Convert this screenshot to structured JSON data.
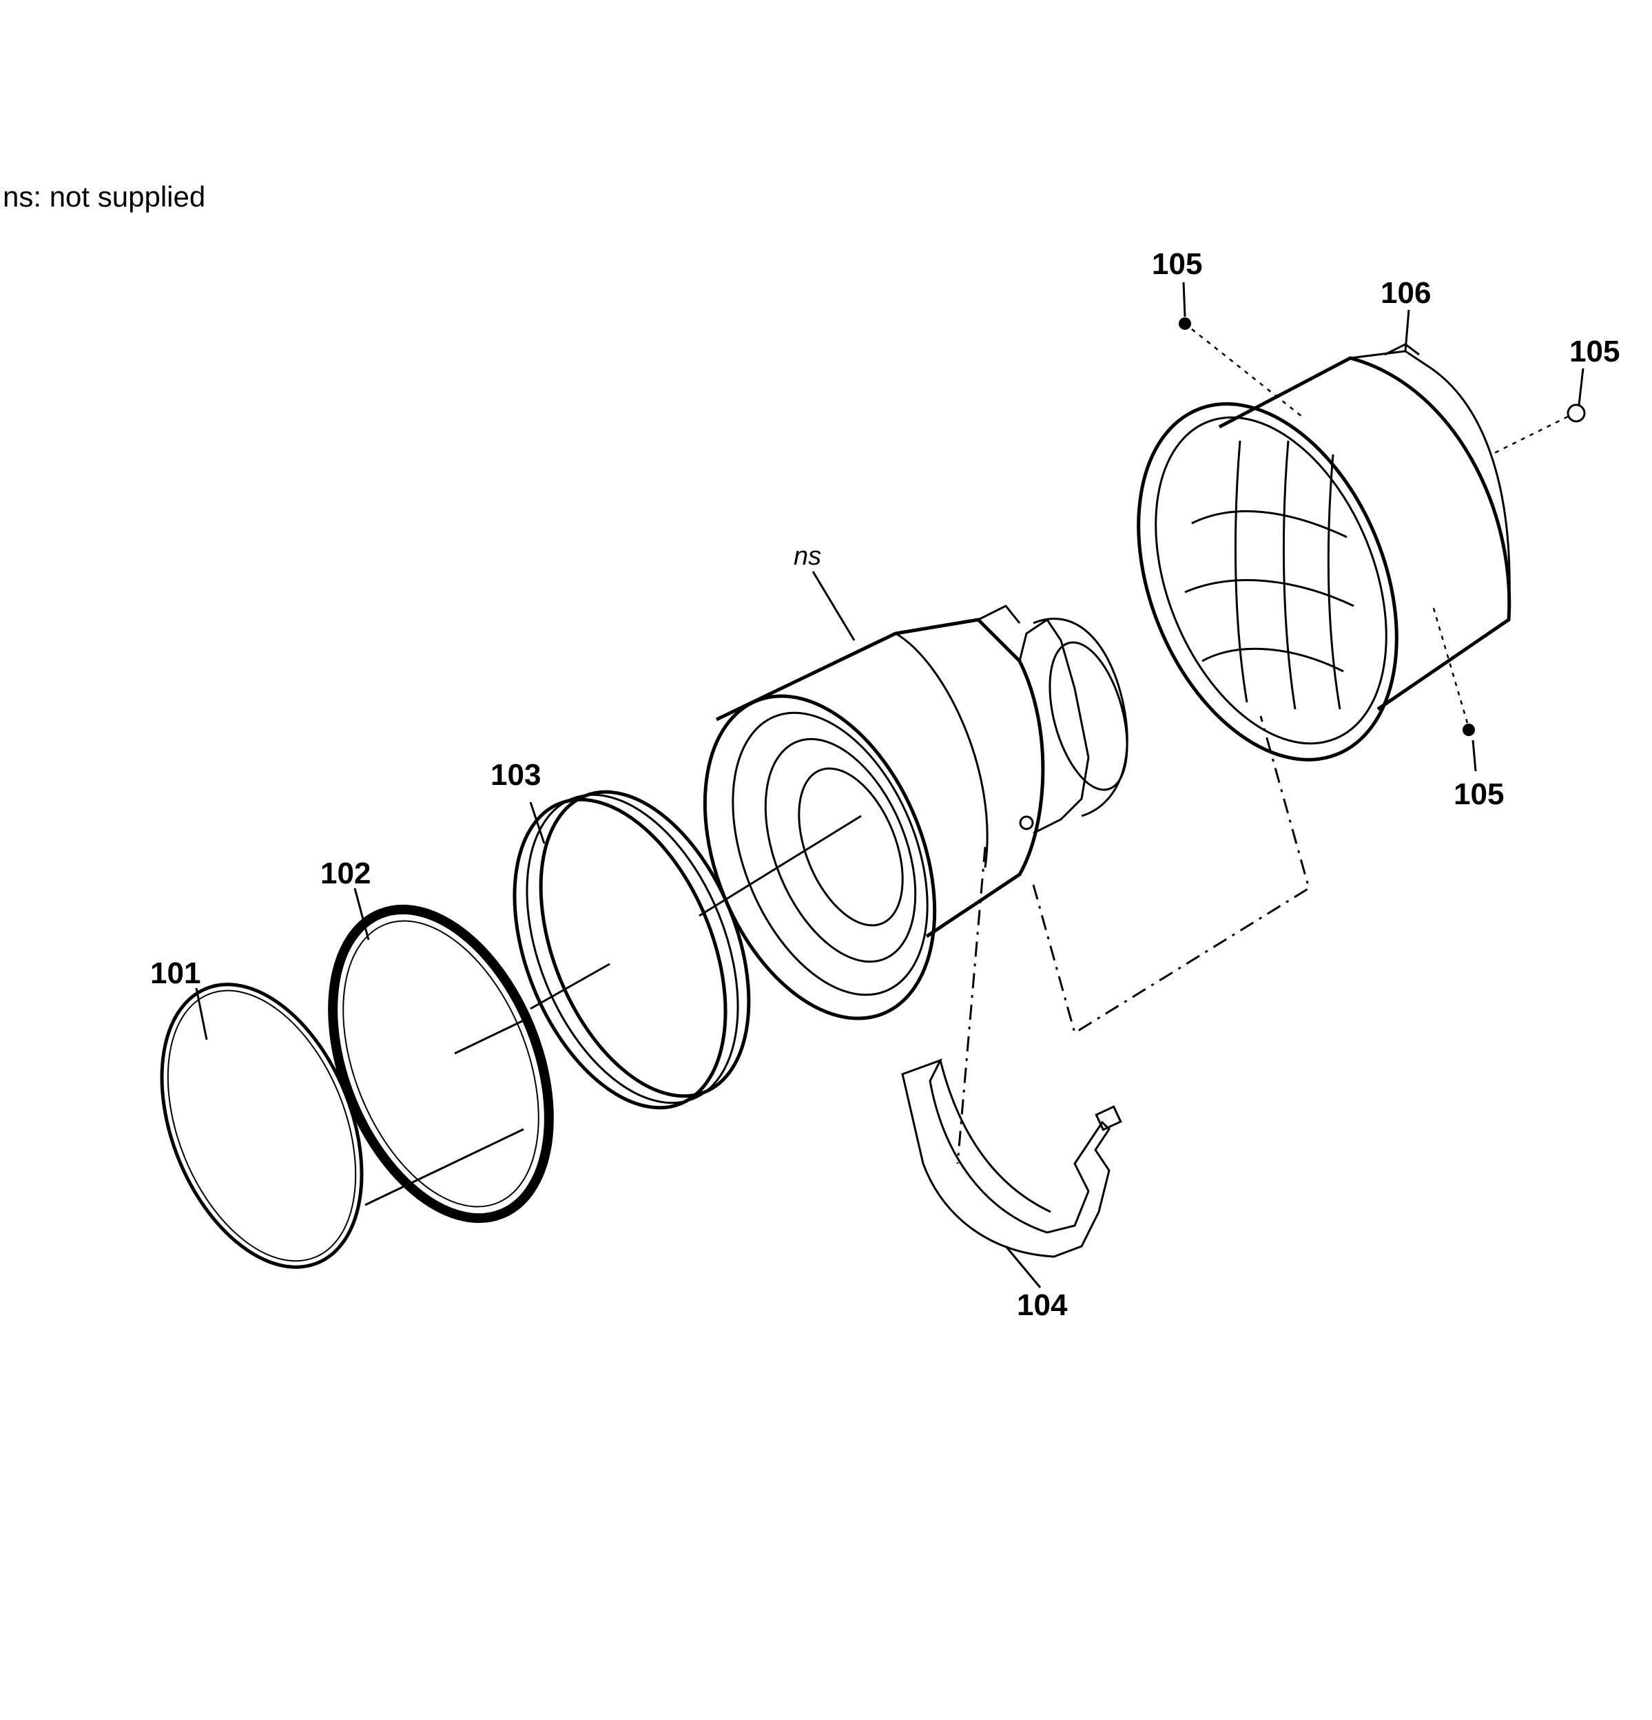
{
  "note": "ns: not supplied",
  "parts": [
    {
      "id": "ns",
      "label": "ns"
    },
    {
      "id": "101",
      "label": "101"
    },
    {
      "id": "102",
      "label": "102"
    },
    {
      "id": "103",
      "label": "103"
    },
    {
      "id": "104",
      "label": "104"
    },
    {
      "id": "105a",
      "label": "105"
    },
    {
      "id": "105b",
      "label": "105"
    },
    {
      "id": "105c",
      "label": "105"
    },
    {
      "id": "106",
      "label": "106"
    }
  ],
  "colors": {
    "line": "#000000",
    "background": "#ffffff"
  }
}
